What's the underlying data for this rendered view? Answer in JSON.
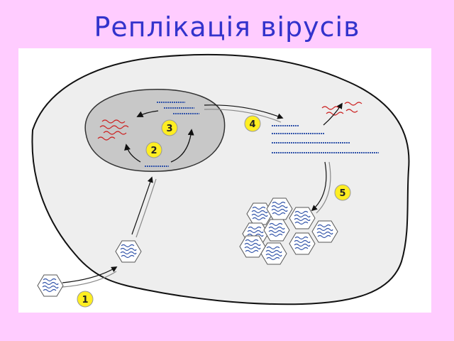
{
  "title": "Реплікація вірусів",
  "diagram": {
    "steps": [
      "1",
      "2",
      "3",
      "4",
      "5"
    ],
    "colors": {
      "background": "#ffccff",
      "title": "#3333cc",
      "cell": "#eeeeee",
      "nucleus": "#c8c8c8",
      "nucleic_acid": "#3355aa",
      "rna": "#cc2222",
      "step_badge": "#ffee22"
    }
  }
}
